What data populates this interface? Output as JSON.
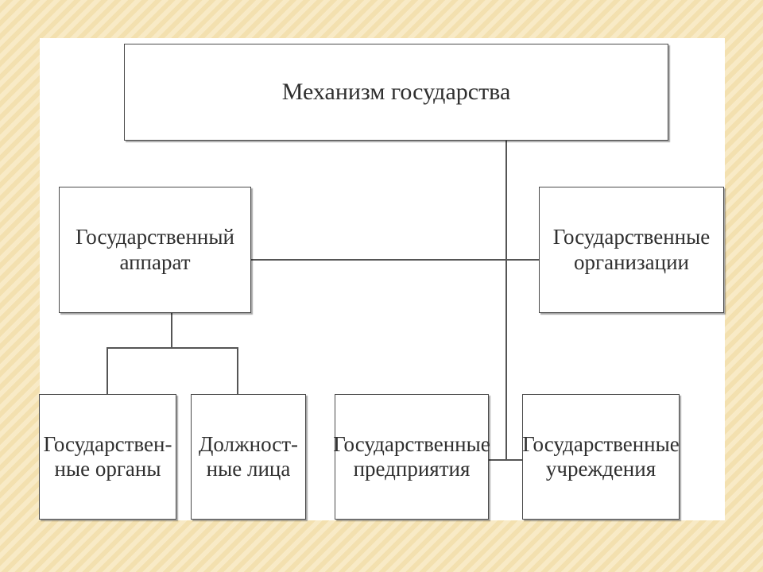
{
  "diagram": {
    "root": {
      "label": "Механизм государства"
    },
    "state_apparatus": {
      "line1": "Государственный",
      "line2": "аппарат"
    },
    "state_organizations": {
      "line1": "Государственные",
      "line2": "организации"
    },
    "state_bodies": {
      "line1": "Государствен-",
      "line2": "ные органы"
    },
    "officials": {
      "line1": "Должност-",
      "line2": "ные лица"
    },
    "state_enterprises": {
      "line1": "Государственные",
      "line2": "предприятия"
    },
    "state_institutions": {
      "line1": "Государственные",
      "line2": "учреждения"
    }
  }
}
